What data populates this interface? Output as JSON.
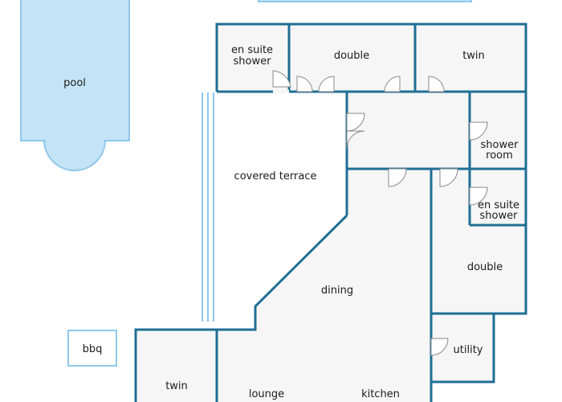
{
  "rooms": {
    "pool": "pool",
    "bbq": "bbq",
    "covered_terrace": "covered terrace",
    "en_suite_top_line1": "en suite",
    "en_suite_top_line2": "shower",
    "double_top": "double",
    "twin_top": "twin",
    "shower_room_line1": "shower",
    "shower_room_line2": "room",
    "en_suite_right_line1": "en suite",
    "en_suite_right_line2": "shower",
    "double_right": "double",
    "dining": "dining",
    "utility": "utility",
    "twin_bottom": "twin",
    "lounge": "lounge",
    "kitchen": "kitchen"
  },
  "colors": {
    "wall": "#1f6e94",
    "pool_fill": "#c4e3f7",
    "pool_stroke": "#8fc7ea",
    "floor": "#f6f6f6"
  }
}
